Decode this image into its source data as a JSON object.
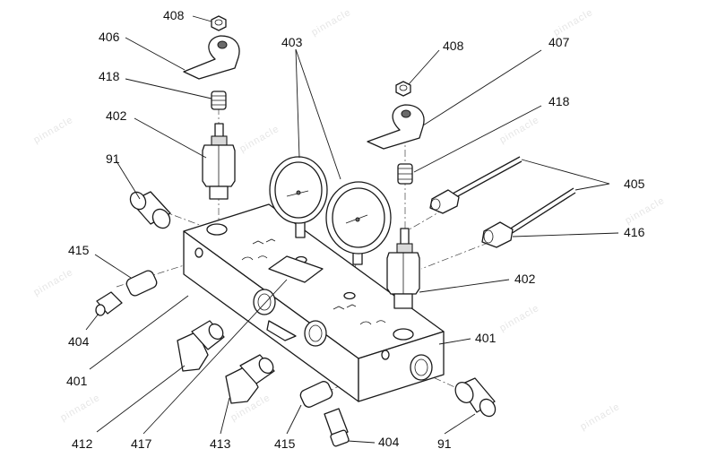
{
  "labels": {
    "p408a": "408",
    "p406": "406",
    "p418a": "418",
    "p402a": "402",
    "p91a": "91",
    "p403": "403",
    "p408b": "408",
    "p407": "407",
    "p418b": "418",
    "p405": "405",
    "p416": "416",
    "p402b": "402",
    "p415a": "415",
    "p404a": "404",
    "p401a": "401",
    "p401b": "401",
    "p412": "412",
    "p417": "417",
    "p413": "413",
    "p415b": "415",
    "p404b": "404",
    "p91b": "91"
  },
  "watermark": {
    "text": "pinnacle"
  }
}
